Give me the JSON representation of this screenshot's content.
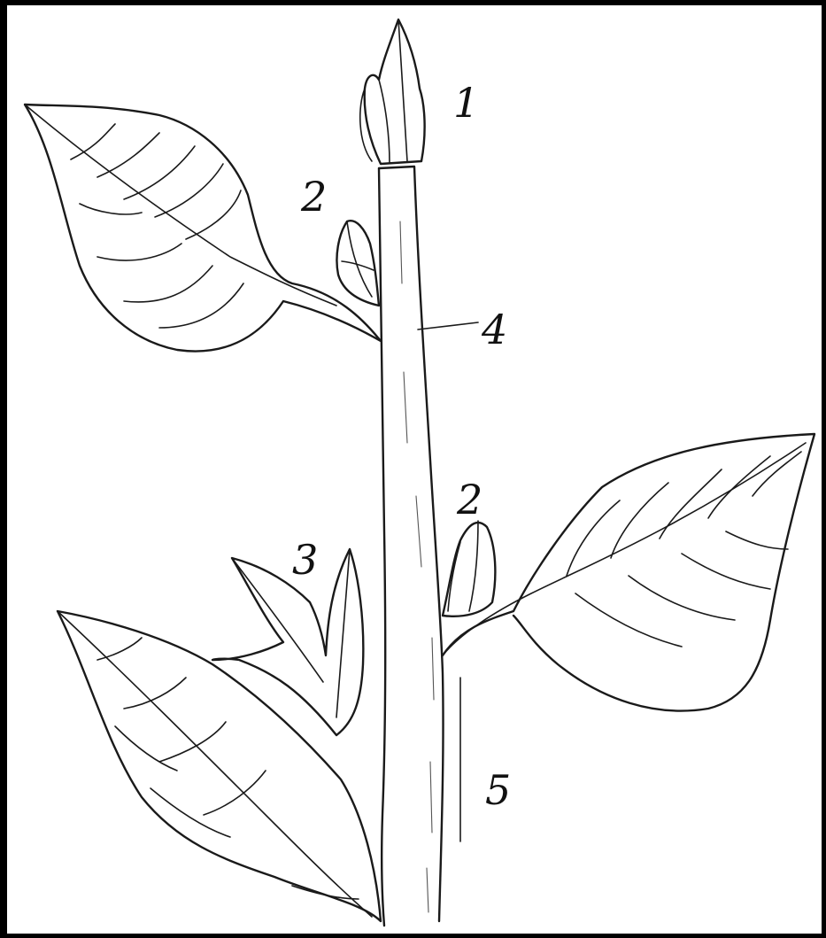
{
  "labels": {
    "apical_bud": "1",
    "axillary_bud_upper": "2",
    "axillary_bud_lower": "2",
    "leaf_scar": "3",
    "node": "4",
    "internode": "5"
  }
}
